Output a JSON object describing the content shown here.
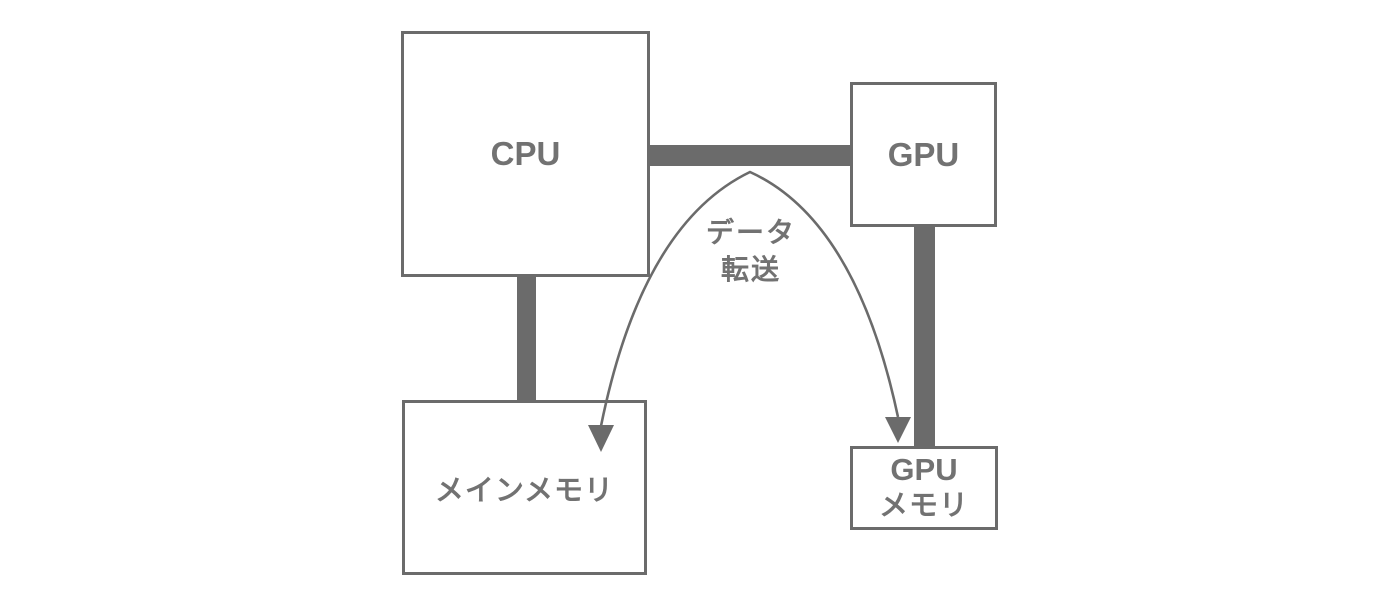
{
  "colors": {
    "shape": "#6b6b6b",
    "text": "#727272",
    "background": "#ffffff"
  },
  "nodes": {
    "cpu": {
      "label": "CPU"
    },
    "gpu": {
      "label": "GPU"
    },
    "main_memory": {
      "label": "メインメモリ"
    },
    "gpu_memory": {
      "line1": "GPU",
      "line2": "メモリ"
    }
  },
  "edges": {
    "transfer": {
      "line1": "データ",
      "line2": "転送",
      "from": "メインメモリ",
      "to": "GPUメモリ",
      "style": "curved-arrow-both-ends"
    }
  }
}
